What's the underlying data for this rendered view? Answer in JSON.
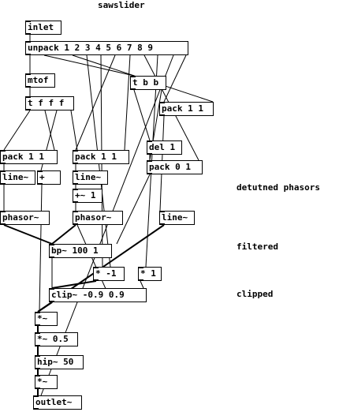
{
  "patch": {
    "title": "sawslider",
    "objects": {
      "inlet": "inlet",
      "unpack": "unpack 1 2 3 4 5 6 7 8 9",
      "mtof": "mtof",
      "tfff": "t f f f",
      "tbb": "t b b",
      "pack11_top": "pack 1 1",
      "pack11_left": "pack 1 1",
      "pack11_mid": "pack 1 1",
      "del1": "del 1",
      "pack01": "pack 0 1",
      "line_left": "line~",
      "plus_left": "+",
      "line_mid": "line~",
      "plus_tilde1": "+~ 1",
      "phasor_left": "phasor~",
      "phasor_mid": "phasor~",
      "line_right": "line~",
      "bp": "bp~ 100 1",
      "mul_neg1": "* -1",
      "mul1": "* 1",
      "clip": "clip~ -0.9 0.9",
      "mul_sig1": "*~",
      "mul_sig05": "*~ 0.5",
      "hip": "hip~ 50",
      "mul_sig2": "*~",
      "outlet": "outlet~"
    },
    "comments": {
      "detuned": "detutned phasors",
      "filtered": "filtered",
      "clipped": "clipped"
    }
  }
}
